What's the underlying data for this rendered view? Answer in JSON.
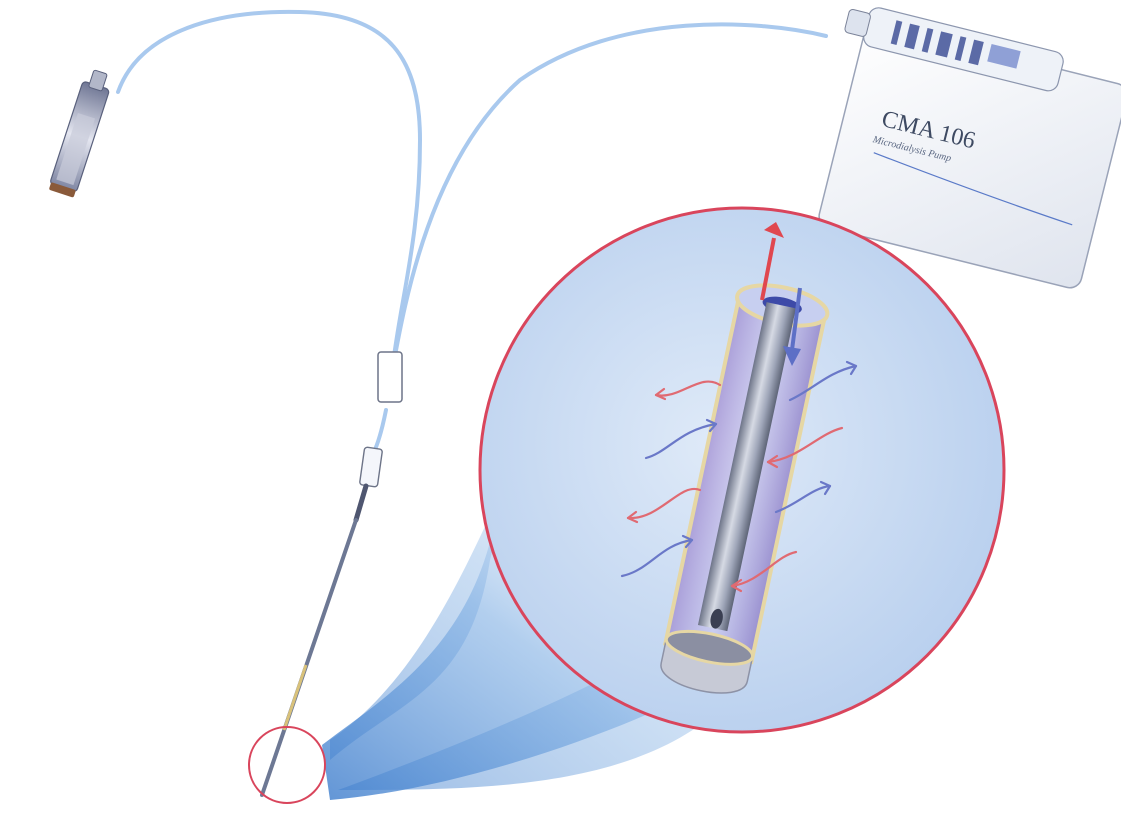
{
  "pump": {
    "model": "CMA 106",
    "subtitle": "Microdialysis Pump"
  },
  "colors": {
    "tubing": "#a9c9ee",
    "magnifier_border": "#d9455c",
    "magnifier_fill": "#c8daf1",
    "inflow_arrows": "#6a78c8",
    "outflow_arrows": "#e06a72",
    "membrane": "#e6d7a4",
    "cone": "#5a90d2"
  },
  "icons": [
    "syringe-vial-icon",
    "pump-icon",
    "probe-icon",
    "magnifier-circle",
    "exchange-arrows"
  ]
}
